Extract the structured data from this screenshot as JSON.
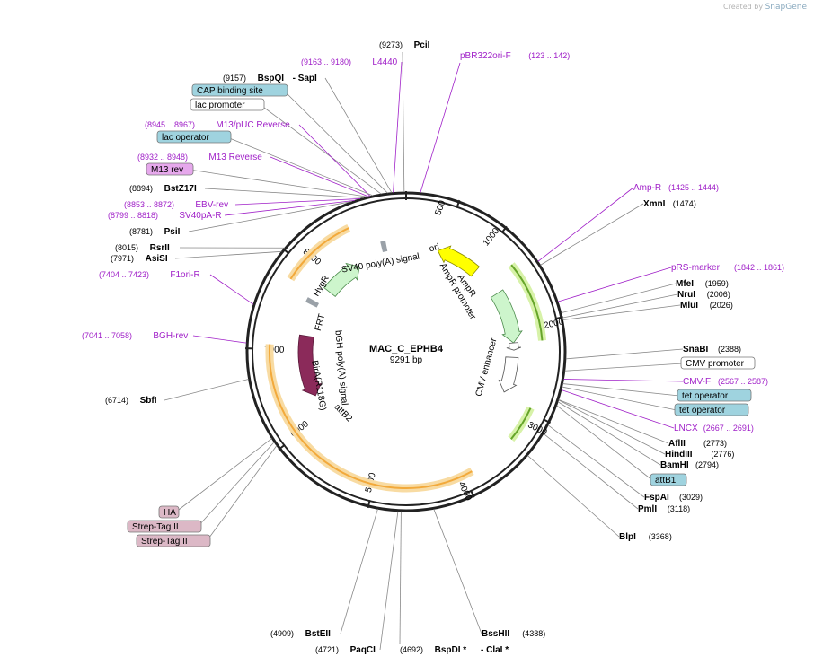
{
  "watermark": {
    "created_by": "Created by",
    "app": "SnapGene"
  },
  "plasmid": {
    "name": "MAC_C_EPHB4",
    "size_label": "9291 bp",
    "length": 9291,
    "tick_labels": [
      "1000",
      "2000",
      "3000",
      "4000",
      "5000",
      "6000",
      "7000",
      "8000",
      "500"
    ]
  },
  "colors": {
    "primer": "#a020c8",
    "enzyme": "#000000",
    "line": "#888888",
    "feature_cyan": "#9fd3df",
    "feature_pink": "#dcb8c6",
    "feature_violet": "#e6a8ec",
    "ori": "#ffff00",
    "ampr": "#cdf5cc",
    "hygr": "#cdf5cc",
    "birA": "#8b2a5a",
    "orange_arc": "#f2a93b"
  },
  "labels": [
    {
      "id": "PciI",
      "text": "PciI",
      "pos": "(9273)"
    },
    {
      "id": "pBR322ori-F",
      "text": "pBR322ori-F",
      "pos": "(123 .. 142)",
      "primer": true
    },
    {
      "id": "L4440",
      "text": "L4440",
      "pos": "(9163 .. 9180)",
      "primer": true
    },
    {
      "id": "BspQI",
      "text": "BspQI",
      "pos": "(9157)",
      "extra": "- SapI"
    },
    {
      "id": "CAP",
      "text": "CAP binding site",
      "box": "cyan"
    },
    {
      "id": "lacprom",
      "text": "lac promoter",
      "box": "white"
    },
    {
      "id": "M13pUC",
      "text": "M13/pUC Reverse",
      "pos": "(8945 .. 8967)",
      "primer": true
    },
    {
      "id": "lacop",
      "text": "lac operator",
      "box": "cyan"
    },
    {
      "id": "M13Rev",
      "text": "M13 Reverse",
      "pos": "(8932 .. 8948)",
      "primer": true
    },
    {
      "id": "M13rev",
      "text": "M13 rev",
      "box": "violet"
    },
    {
      "id": "BstZ17I",
      "text": "BstZ17I",
      "pos": "(8894)"
    },
    {
      "id": "EBV-rev",
      "text": "EBV-rev",
      "pos": "(8853 .. 8872)",
      "primer": true
    },
    {
      "id": "SV40pA-R",
      "text": "SV40pA-R",
      "pos": "(8799 .. 8818)",
      "primer": true
    },
    {
      "id": "PsiI",
      "text": "PsiI",
      "pos": "(8781)"
    },
    {
      "id": "RsrII",
      "text": "RsrII",
      "pos": "(8015)"
    },
    {
      "id": "AsiSI",
      "text": "AsiSI",
      "pos": "(7971)"
    },
    {
      "id": "F1ori-R",
      "text": "F1ori-R",
      "pos": "(7404 .. 7423)",
      "primer": true
    },
    {
      "id": "BGH-rev",
      "text": "BGH-rev",
      "pos": "(7041 .. 7058)",
      "primer": true
    },
    {
      "id": "SbfI",
      "text": "SbfI",
      "pos": "(6714)"
    },
    {
      "id": "HA",
      "text": "HA",
      "box": "pink"
    },
    {
      "id": "StrepII1",
      "text": "Strep-Tag II",
      "box": "pink"
    },
    {
      "id": "StrepII2",
      "text": "Strep-Tag II",
      "box": "pink"
    },
    {
      "id": "BstEII",
      "text": "BstEII",
      "pos": "(4909)"
    },
    {
      "id": "PaqCI",
      "text": "PaqCI",
      "pos": "(4721)"
    },
    {
      "id": "BspDI",
      "text": "BspDI *",
      "extra": "- ClaI *",
      "pos": "(4692)"
    },
    {
      "id": "BssHII",
      "text": "BssHII",
      "pos": "(4388)"
    },
    {
      "id": "BlpI",
      "text": "BlpI",
      "pos": "(3368)"
    },
    {
      "id": "PmlI",
      "text": "PmlI",
      "pos": "(3118)"
    },
    {
      "id": "FspAI",
      "text": "FspAI",
      "pos": "(3029)"
    },
    {
      "id": "attB1",
      "text": "attB1",
      "box": "cyan"
    },
    {
      "id": "BamHI",
      "text": "BamHI",
      "pos": "(2794)"
    },
    {
      "id": "HindIII",
      "text": "HindIII",
      "pos": "(2776)"
    },
    {
      "id": "AflII",
      "text": "AflII",
      "pos": "(2773)"
    },
    {
      "id": "LNCX",
      "text": "LNCX",
      "pos": "(2667 .. 2691)",
      "primer": true
    },
    {
      "id": "tetop2",
      "text": "tet operator",
      "box": "cyan"
    },
    {
      "id": "tetop1",
      "text": "tet operator",
      "box": "cyan"
    },
    {
      "id": "CMV-F",
      "text": "CMV-F",
      "pos": "(2567 .. 2587)",
      "primer": true
    },
    {
      "id": "CMVprom",
      "text": "CMV promoter",
      "box": "white"
    },
    {
      "id": "SnaBI",
      "text": "SnaBI",
      "pos": "(2388)"
    },
    {
      "id": "MluI",
      "text": "MluI",
      "pos": "(2026)"
    },
    {
      "id": "NruI",
      "text": "NruI",
      "pos": "(2006)"
    },
    {
      "id": "MfeI",
      "text": "MfeI",
      "pos": "(1959)"
    },
    {
      "id": "pRS-marker",
      "text": "pRS-marker",
      "pos": "(1842 .. 1861)",
      "primer": true
    },
    {
      "id": "XmnI",
      "text": "XmnI",
      "pos": "(1474)"
    },
    {
      "id": "Amp-R",
      "text": "Amp-R",
      "pos": "(1425 .. 1444)",
      "primer": true
    }
  ],
  "features": {
    "ori": "ori",
    "sv40": "SV40 poly(A) signal",
    "ampr": "AmpR",
    "ampr_prom": "AmpR promoter",
    "cmv_enh": "CMV enhancer",
    "hygr": "HygR",
    "frt": "FRT",
    "bgh": "bGH poly(A) signal",
    "birA": "BirA(R118G)",
    "attB2": "attB2"
  }
}
